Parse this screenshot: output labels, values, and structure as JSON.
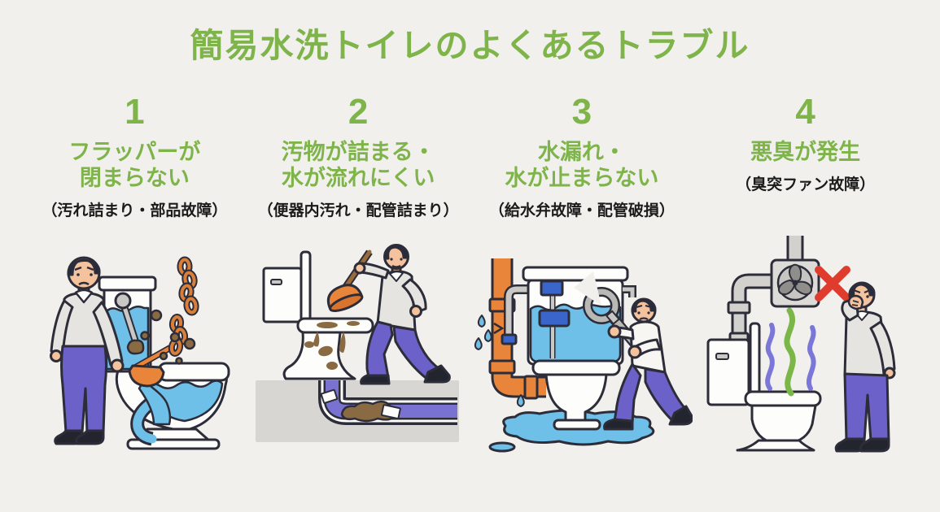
{
  "page": {
    "title": "簡易水洗トイレのよくあるトラブル",
    "colors": {
      "background": "#f1f0ec",
      "accent_green": "#7eb44a",
      "text_dark": "#1b1b1b",
      "water_blue": "#6fc0e8",
      "pipe_orange": "#e8853a",
      "pants_purple": "#6b61c9",
      "waste_brown": "#8a6a42",
      "error_red": "#e03c2e",
      "stink_green": "#7ab648",
      "stink_purple": "#7a77d8"
    }
  },
  "troubles": [
    {
      "number": "1",
      "title_line1": "フラッパーが",
      "title_line2": "閉まらない",
      "note": "（汚れ詰まり・部品故障）",
      "illustration": "worried man beside cutaway toilet with open orange flapper, broken chain and debris"
    },
    {
      "number": "2",
      "title_line1": "汚物が詰まる・",
      "title_line2": "水が流れにくい",
      "note": "（便器内汚れ・配管詰まり）",
      "illustration": "man plunging stained toilet above clogged underground pipe"
    },
    {
      "number": "3",
      "title_line1": "水漏れ・",
      "title_line2": "水が止まらない",
      "note": "（給水弁故障・配管破損）",
      "illustration": "man with wrench, tank cutaway full of water, cracked orange supply pipe and floor puddle"
    },
    {
      "number": "4",
      "title_line1": "悪臭が発生",
      "title_line2": "",
      "note": "（臭突ファン故障）",
      "illustration": "man holding nose beside toilet with broken vent fan marked by red X and stink waves"
    }
  ]
}
